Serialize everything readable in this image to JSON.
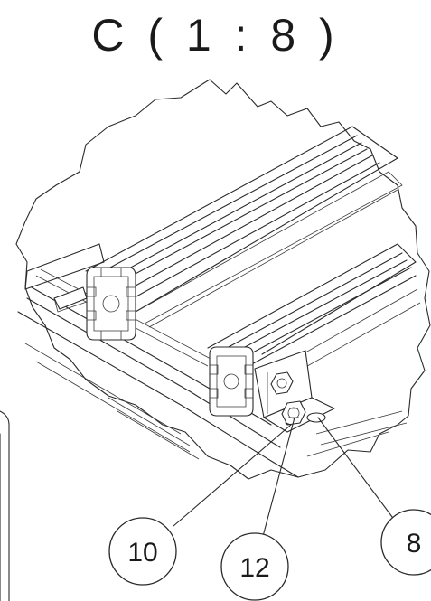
{
  "view": {
    "title": "C ( 1 : 8 )"
  },
  "balloons": [
    {
      "id": "balloon-10",
      "label": "10"
    },
    {
      "id": "balloon-12",
      "label": "12"
    },
    {
      "id": "balloon-8",
      "label": "8"
    }
  ],
  "colors": {
    "line": "#2a2a2a",
    "background": "#ffffff"
  }
}
